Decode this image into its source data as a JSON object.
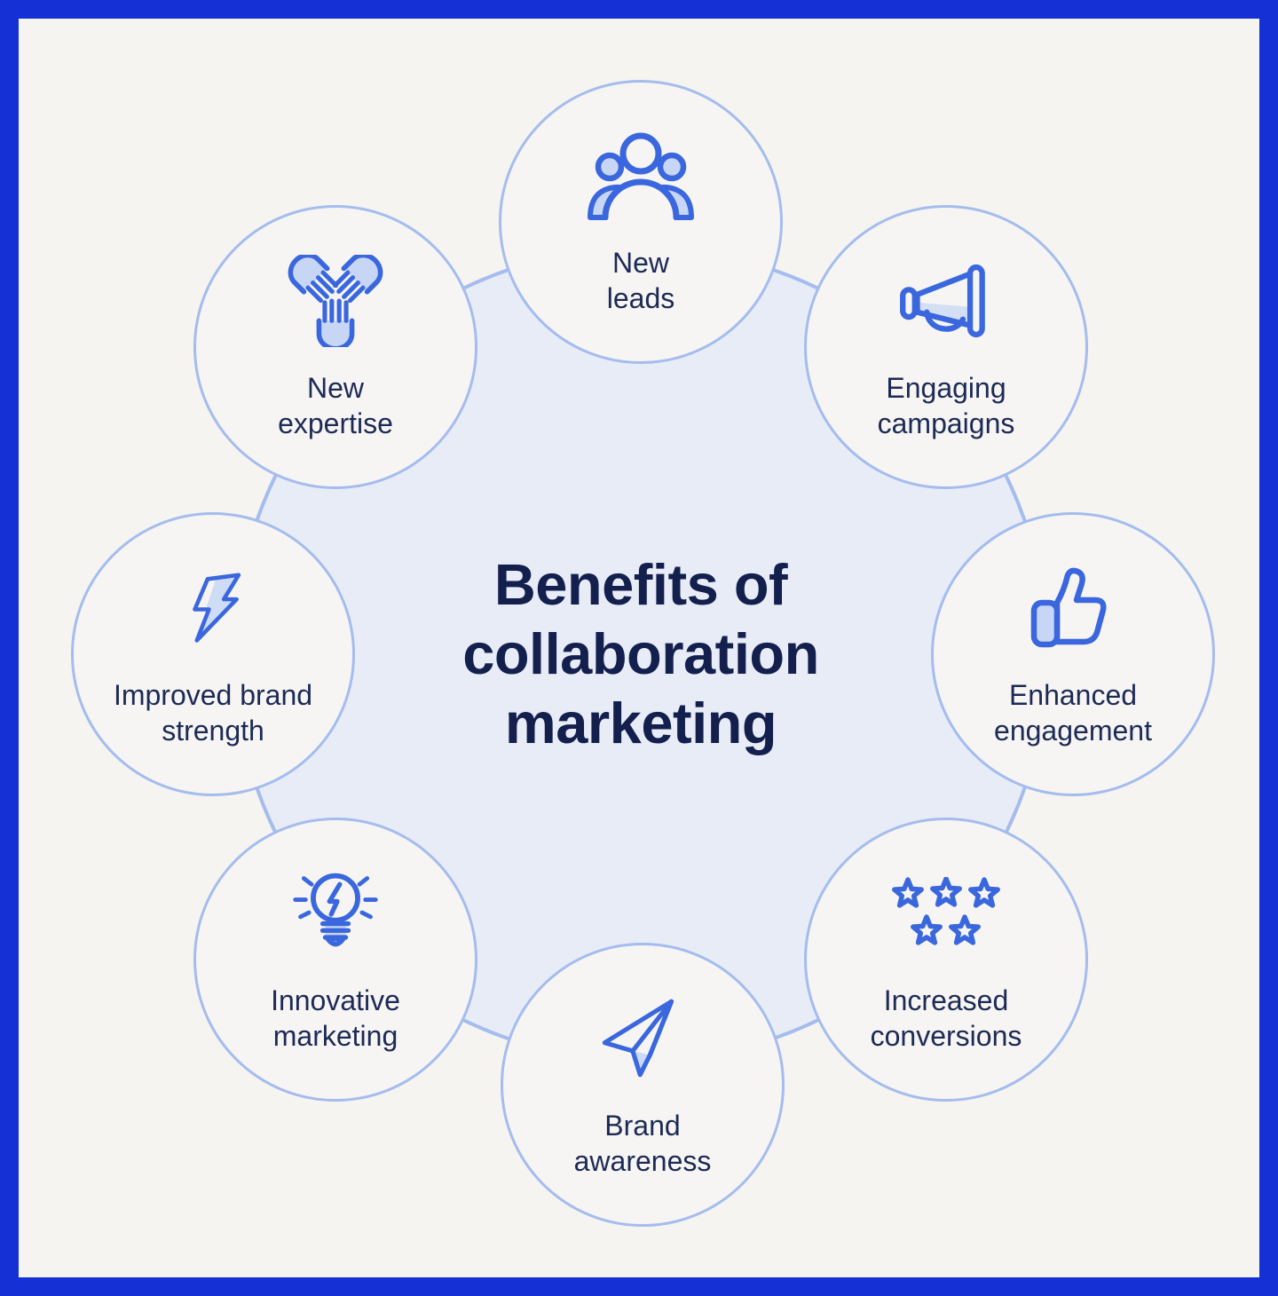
{
  "title": {
    "line1": "Benefits of",
    "line2": "collaboration",
    "line3": "marketing"
  },
  "nodes": [
    {
      "id": "new-leads",
      "icon": "people-group-icon",
      "line1": "New",
      "line2": "leads"
    },
    {
      "id": "engaging-campaigns",
      "icon": "megaphone-icon",
      "line1": "Engaging",
      "line2": "campaigns"
    },
    {
      "id": "enhanced-engagement",
      "icon": "thumbs-up-icon",
      "line1": "Enhanced",
      "line2": "engagement"
    },
    {
      "id": "increased-conversions",
      "icon": "five-stars-icon",
      "line1": "Increased",
      "line2": "conversions"
    },
    {
      "id": "brand-awareness",
      "icon": "paper-plane-icon",
      "line1": "Brand",
      "line2": "awareness"
    },
    {
      "id": "innovative-marketing",
      "icon": "lightbulb-icon",
      "line1": "Innovative",
      "line2": "marketing"
    },
    {
      "id": "improved-brand-strength",
      "icon": "lightning-bolt-icon",
      "line1": "Improved brand",
      "line2": "strength"
    },
    {
      "id": "new-expertise",
      "icon": "hands-together-icon",
      "line1": "New",
      "line2": "expertise"
    }
  ],
  "colors": {
    "frame_border": "#1531D6",
    "background": "#F5F4F1",
    "hub_fill": "#E8ECF7",
    "circle_border": "#A4BCEE",
    "circle_fill": "#F6F5F3",
    "icon_stroke": "#3A67DE",
    "icon_fill_light": "#CBD9F5",
    "title_text": "#131F4D",
    "label_text": "#1C2A55"
  }
}
